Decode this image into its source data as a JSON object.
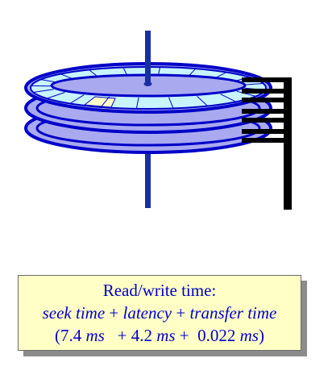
{
  "diagram": {
    "platter_count": 3,
    "spindle_color": "#1a2fa0",
    "platter_fill": "#a9a9f0",
    "platter_top_ring_fill": "#c8f4ff",
    "sector_highlight_fill": "#fffcc8",
    "arm_color": "#000000",
    "outline_color": "#0000c8"
  },
  "formula": {
    "title": "Read/write time:",
    "term_seek": "seek time",
    "plus_1": "+",
    "term_latency": "latency",
    "plus_2": "+",
    "term_transfer": "transfer time",
    "paren_open": "(",
    "seek_num": "7.4",
    "seek_unit": "ms",
    "plus_3": "+",
    "latency_num": "4.2",
    "latency_unit": "ms",
    "plus_4": "+",
    "transfer_num": "0.022",
    "transfer_unit": "ms",
    "paren_close": ")"
  }
}
